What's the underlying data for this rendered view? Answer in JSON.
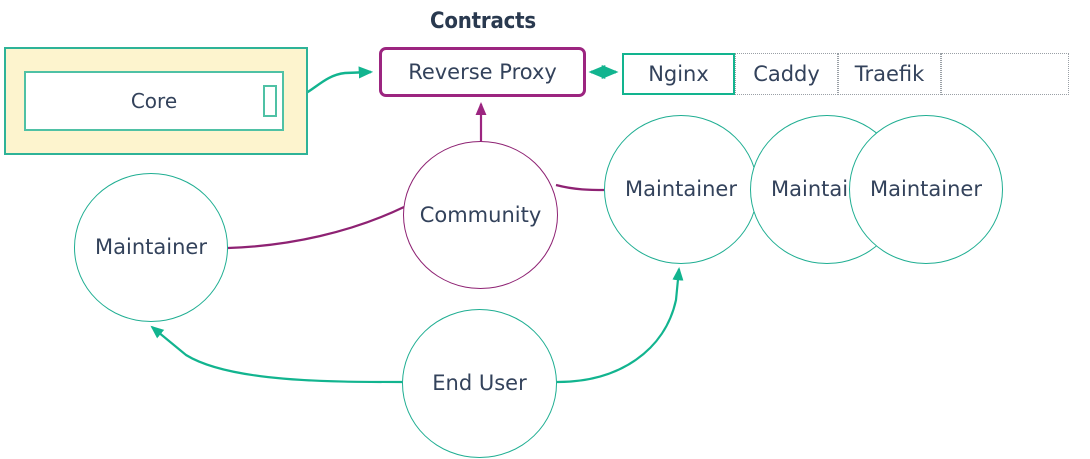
{
  "diagram": {
    "title": "Contracts",
    "colors": {
      "teal": "#12b48f",
      "teal_soft": "#1fae92",
      "purple": "#9c2580",
      "purple_soft": "#8e2273",
      "yellow_fill": "#fdf4ce",
      "text": "#33425b",
      "dotted_border": "#9aa0a6"
    }
  },
  "core_group": {
    "name": "core-group",
    "label": "Core"
  },
  "reverse_proxy": {
    "label": "Reverse Proxy"
  },
  "options_table": {
    "cells": [
      {
        "label": "Nginx",
        "selected": true
      },
      {
        "label": "Caddy",
        "selected": false
      },
      {
        "label": "Traefik",
        "selected": false
      },
      {
        "label": "",
        "selected": false
      }
    ]
  },
  "nodes": [
    {
      "id": "maintainer-left",
      "label": "Maintainer"
    },
    {
      "id": "community",
      "label": "Community"
    },
    {
      "id": "maintainer-1",
      "label": "Maintainer"
    },
    {
      "id": "maintainer-2",
      "label": "Maintainer"
    },
    {
      "id": "maintainer-3",
      "label": "Maintainer"
    },
    {
      "id": "end-user",
      "label": "End User"
    }
  ],
  "edges": [
    {
      "from": "Core",
      "to": "Reverse Proxy",
      "style": "arrow",
      "color": "#12b48f"
    },
    {
      "from": "Reverse Proxy",
      "to": "Nginx",
      "style": "double-arrow",
      "color": "#12b48f"
    },
    {
      "from": "Community",
      "to": "Reverse Proxy",
      "style": "arrow",
      "color": "#9c2580"
    },
    {
      "from": "Community",
      "to": "Maintainer",
      "style": "line",
      "color": "#8e2273"
    },
    {
      "from": "Community",
      "to": "Maintainer",
      "style": "line",
      "color": "#8e2273"
    },
    {
      "from": "End User",
      "to": "Maintainer",
      "style": "arrow",
      "color": "#12b48f"
    },
    {
      "from": "End User",
      "to": "Maintainer",
      "style": "arrow",
      "color": "#12b48f"
    }
  ]
}
